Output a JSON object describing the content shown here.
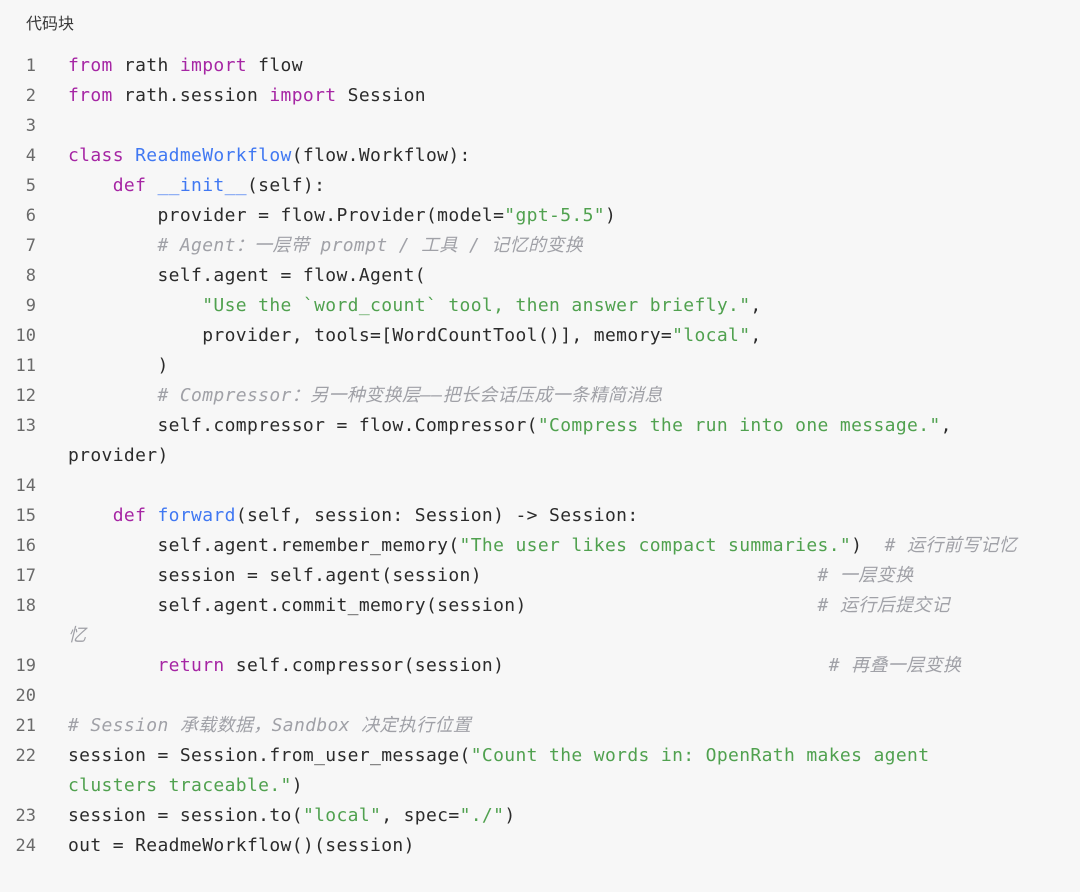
{
  "block": {
    "title": "代码块",
    "colors": {
      "background": "#f7f7f7",
      "keyword": "#a626a4",
      "function": "#4078f2",
      "string": "#50a14f",
      "comment": "#a0a1a7",
      "text": "#2b2b2b"
    }
  },
  "code": {
    "rows": [
      {
        "ln": "1",
        "tokens": [
          {
            "t": "kw",
            "v": "from"
          },
          {
            "t": "tx",
            "v": " rath "
          },
          {
            "t": "kw",
            "v": "import"
          },
          {
            "t": "tx",
            "v": " flow"
          }
        ]
      },
      {
        "ln": "2",
        "tokens": [
          {
            "t": "kw",
            "v": "from"
          },
          {
            "t": "tx",
            "v": " rath.session "
          },
          {
            "t": "kw",
            "v": "import"
          },
          {
            "t": "tx",
            "v": " Session"
          }
        ]
      },
      {
        "ln": "3",
        "tokens": []
      },
      {
        "ln": "4",
        "tokens": [
          {
            "t": "kw",
            "v": "class"
          },
          {
            "t": "tx",
            "v": " "
          },
          {
            "t": "fn",
            "v": "ReadmeWorkflow"
          },
          {
            "t": "tx",
            "v": "(flow.Workflow):"
          }
        ]
      },
      {
        "ln": "5",
        "tokens": [
          {
            "t": "tx",
            "v": "    "
          },
          {
            "t": "kw",
            "v": "def"
          },
          {
            "t": "tx",
            "v": " "
          },
          {
            "t": "fn",
            "v": "__init__"
          },
          {
            "t": "tx",
            "v": "(self):"
          }
        ]
      },
      {
        "ln": "6",
        "tokens": [
          {
            "t": "tx",
            "v": "        provider = flow.Provider(model="
          },
          {
            "t": "st",
            "v": "\"gpt-5.5\""
          },
          {
            "t": "tx",
            "v": ")"
          }
        ]
      },
      {
        "ln": "7",
        "tokens": [
          {
            "t": "tx",
            "v": "        "
          },
          {
            "t": "cm",
            "v": "# Agent：一层带 prompt / 工具 / 记忆的变换"
          }
        ]
      },
      {
        "ln": "8",
        "tokens": [
          {
            "t": "tx",
            "v": "        self.agent = flow.Agent("
          }
        ]
      },
      {
        "ln": "9",
        "tokens": [
          {
            "t": "tx",
            "v": "            "
          },
          {
            "t": "st",
            "v": "\"Use the `word_count` tool, then answer briefly.\""
          },
          {
            "t": "tx",
            "v": ","
          }
        ]
      },
      {
        "ln": "10",
        "tokens": [
          {
            "t": "tx",
            "v": "            provider, tools=[WordCountTool()], memory="
          },
          {
            "t": "st",
            "v": "\"local\""
          },
          {
            "t": "tx",
            "v": ","
          }
        ]
      },
      {
        "ln": "11",
        "tokens": [
          {
            "t": "tx",
            "v": "        )"
          }
        ]
      },
      {
        "ln": "12",
        "tokens": [
          {
            "t": "tx",
            "v": "        "
          },
          {
            "t": "cm",
            "v": "# Compressor：另一种变换层——把长会话压成一条精简消息"
          }
        ]
      },
      {
        "ln": "13",
        "tokens": [
          {
            "t": "tx",
            "v": "        self.compressor = flow.Compressor("
          },
          {
            "t": "st",
            "v": "\"Compress the run into one message.\""
          },
          {
            "t": "tx",
            "v": ","
          }
        ]
      },
      {
        "ln": "",
        "tokens": [
          {
            "t": "tx",
            "v": "provider)"
          }
        ]
      },
      {
        "ln": "14",
        "tokens": []
      },
      {
        "ln": "15",
        "tokens": [
          {
            "t": "tx",
            "v": "    "
          },
          {
            "t": "kw",
            "v": "def"
          },
          {
            "t": "tx",
            "v": " "
          },
          {
            "t": "fn",
            "v": "forward"
          },
          {
            "t": "tx",
            "v": "(self, session: Session) -> Session:"
          }
        ]
      },
      {
        "ln": "16",
        "tokens": [
          {
            "t": "tx",
            "v": "        self.agent.remember_memory("
          },
          {
            "t": "st",
            "v": "\"The user likes compact summaries.\""
          },
          {
            "t": "tx",
            "v": ")  "
          },
          {
            "t": "cm",
            "v": "# 运行前写记忆"
          }
        ]
      },
      {
        "ln": "17",
        "tokens": [
          {
            "t": "tx",
            "v": "        session = self.agent(session)                              "
          },
          {
            "t": "cm",
            "v": "# 一层变换"
          }
        ]
      },
      {
        "ln": "18",
        "tokens": [
          {
            "t": "tx",
            "v": "        self.agent.commit_memory(session)                          "
          },
          {
            "t": "cm",
            "v": "# 运行后提交记"
          }
        ]
      },
      {
        "ln": "",
        "tokens": [
          {
            "t": "cm",
            "v": "忆"
          }
        ]
      },
      {
        "ln": "19",
        "tokens": [
          {
            "t": "tx",
            "v": "        "
          },
          {
            "t": "kw",
            "v": "return"
          },
          {
            "t": "tx",
            "v": " self.compressor(session)                             "
          },
          {
            "t": "cm",
            "v": "# 再叠一层变换"
          }
        ]
      },
      {
        "ln": "20",
        "tokens": []
      },
      {
        "ln": "21",
        "tokens": [
          {
            "t": "cm",
            "v": "# Session 承载数据，Sandbox 决定执行位置"
          }
        ]
      },
      {
        "ln": "22",
        "tokens": [
          {
            "t": "tx",
            "v": "session = Session.from_user_message("
          },
          {
            "t": "st",
            "v": "\"Count the words in: OpenRath makes agent"
          }
        ]
      },
      {
        "ln": "",
        "tokens": [
          {
            "t": "st",
            "v": "clusters traceable.\""
          },
          {
            "t": "tx",
            "v": ")"
          }
        ]
      },
      {
        "ln": "23",
        "tokens": [
          {
            "t": "tx",
            "v": "session = session.to("
          },
          {
            "t": "st",
            "v": "\"local\""
          },
          {
            "t": "tx",
            "v": ", spec="
          },
          {
            "t": "st",
            "v": "\"./\""
          },
          {
            "t": "tx",
            "v": ")"
          }
        ]
      },
      {
        "ln": "24",
        "tokens": [
          {
            "t": "tx",
            "v": "out = ReadmeWorkflow()(session)"
          }
        ]
      }
    ]
  }
}
